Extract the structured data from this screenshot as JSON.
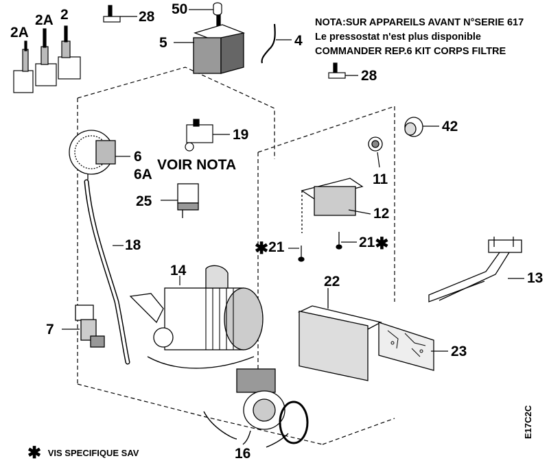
{
  "notes": {
    "line1": "NOTA:SUR APPAREILS AVANT N°SERIE 617",
    "line2": "Le pressostat n'est plus disponible",
    "line3": "COMMANDER REP.6 KIT CORPS FILTRE",
    "voir_nota": "VOIR NOTA"
  },
  "labels": {
    "p2a_left": "2A",
    "p2a_mid": "2A",
    "p2": "2",
    "p28_top": "28",
    "p50": "50",
    "p5": "5",
    "p4": "4",
    "p28_right": "28",
    "p42": "42",
    "p19": "19",
    "p6": "6",
    "p6a": "6A",
    "p11": "11",
    "p25": "25",
    "p12": "12",
    "p21_left": "21",
    "p21_right": "21",
    "p18": "18",
    "p14": "14",
    "p13": "13",
    "p22": "22",
    "p7": "7",
    "p23": "23",
    "p16": "16"
  },
  "star_symbol": "✱",
  "legend": {
    "text": "VIS SPECIFIQUE SAV"
  },
  "drawing_code": "E17C2C"
}
